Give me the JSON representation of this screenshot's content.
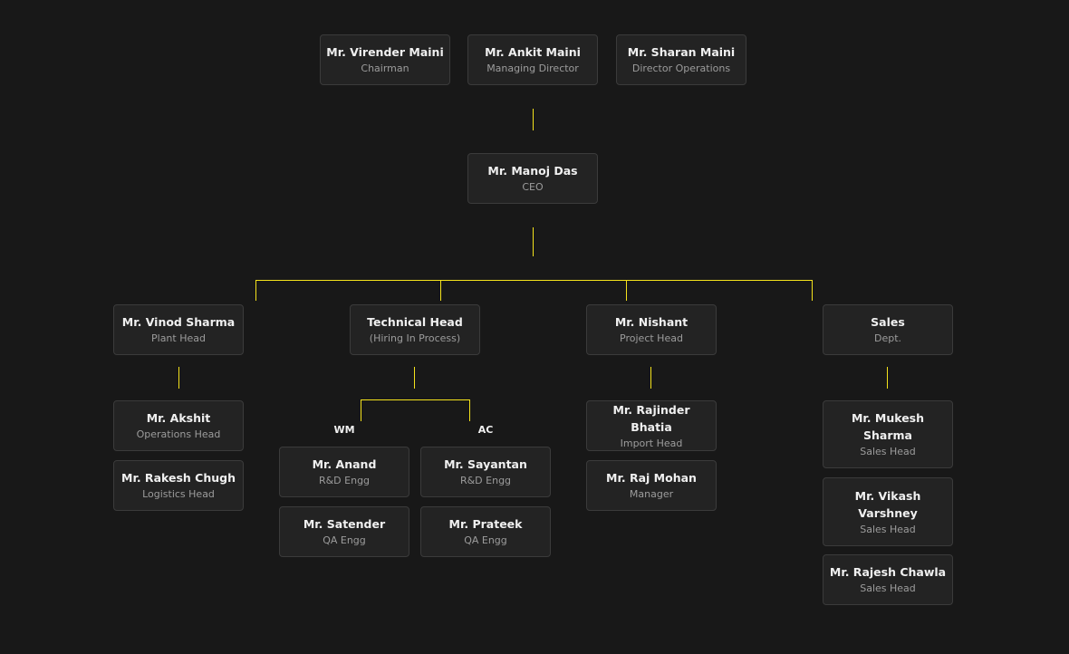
{
  "board": [
    {
      "name": "Mr. Virender Maini",
      "role": "Chairman"
    },
    {
      "name": "Mr. Ankit Maini",
      "role": "Managing Director"
    },
    {
      "name": "Mr. Sharan Maini",
      "role": "Director Operations"
    }
  ],
  "ceo": {
    "name": "Mr. Manoj Das",
    "role": "CEO"
  },
  "departments": [
    {
      "name": "Mr. Vinod Sharma",
      "role": "Plant Head"
    },
    {
      "name": "Technical Head",
      "role": "(Hiring In Process)"
    },
    {
      "name": "Mr. Nishant",
      "role": "Project Head"
    },
    {
      "name": "Sales",
      "role": "Dept."
    }
  ],
  "plant_team": [
    {
      "name": "Mr. Akshit",
      "role": "Operations Head"
    },
    {
      "name": "Mr. Rakesh Chugh",
      "role": "Logistics Head"
    }
  ],
  "technical_groups": [
    {
      "label": "WM",
      "members": [
        {
          "name": "Mr. Anand",
          "role": "R&D Engg"
        },
        {
          "name": "Mr. Satender",
          "role": "QA Engg"
        }
      ]
    },
    {
      "label": "AC",
      "members": [
        {
          "name": "Mr. Sayantan",
          "role": "R&D Engg"
        },
        {
          "name": "Mr. Prateek",
          "role": "QA Engg"
        }
      ]
    }
  ],
  "project_team": [
    {
      "name": "Mr. Rajinder Bhatia",
      "role": "Import Head"
    },
    {
      "name": "Mr. Raj Mohan",
      "role": "Manager"
    }
  ],
  "sales_team": [
    {
      "name": "Mr. Mukesh Sharma",
      "role": "Sales Head"
    },
    {
      "name": "Mr. Vikash Varshney",
      "role": "Sales Head"
    },
    {
      "name": "Mr. Rajesh Chawla",
      "role": "Sales Head"
    }
  ],
  "colors": {
    "connector": "#f4e21c",
    "background": "#181818",
    "card": "#232323"
  }
}
